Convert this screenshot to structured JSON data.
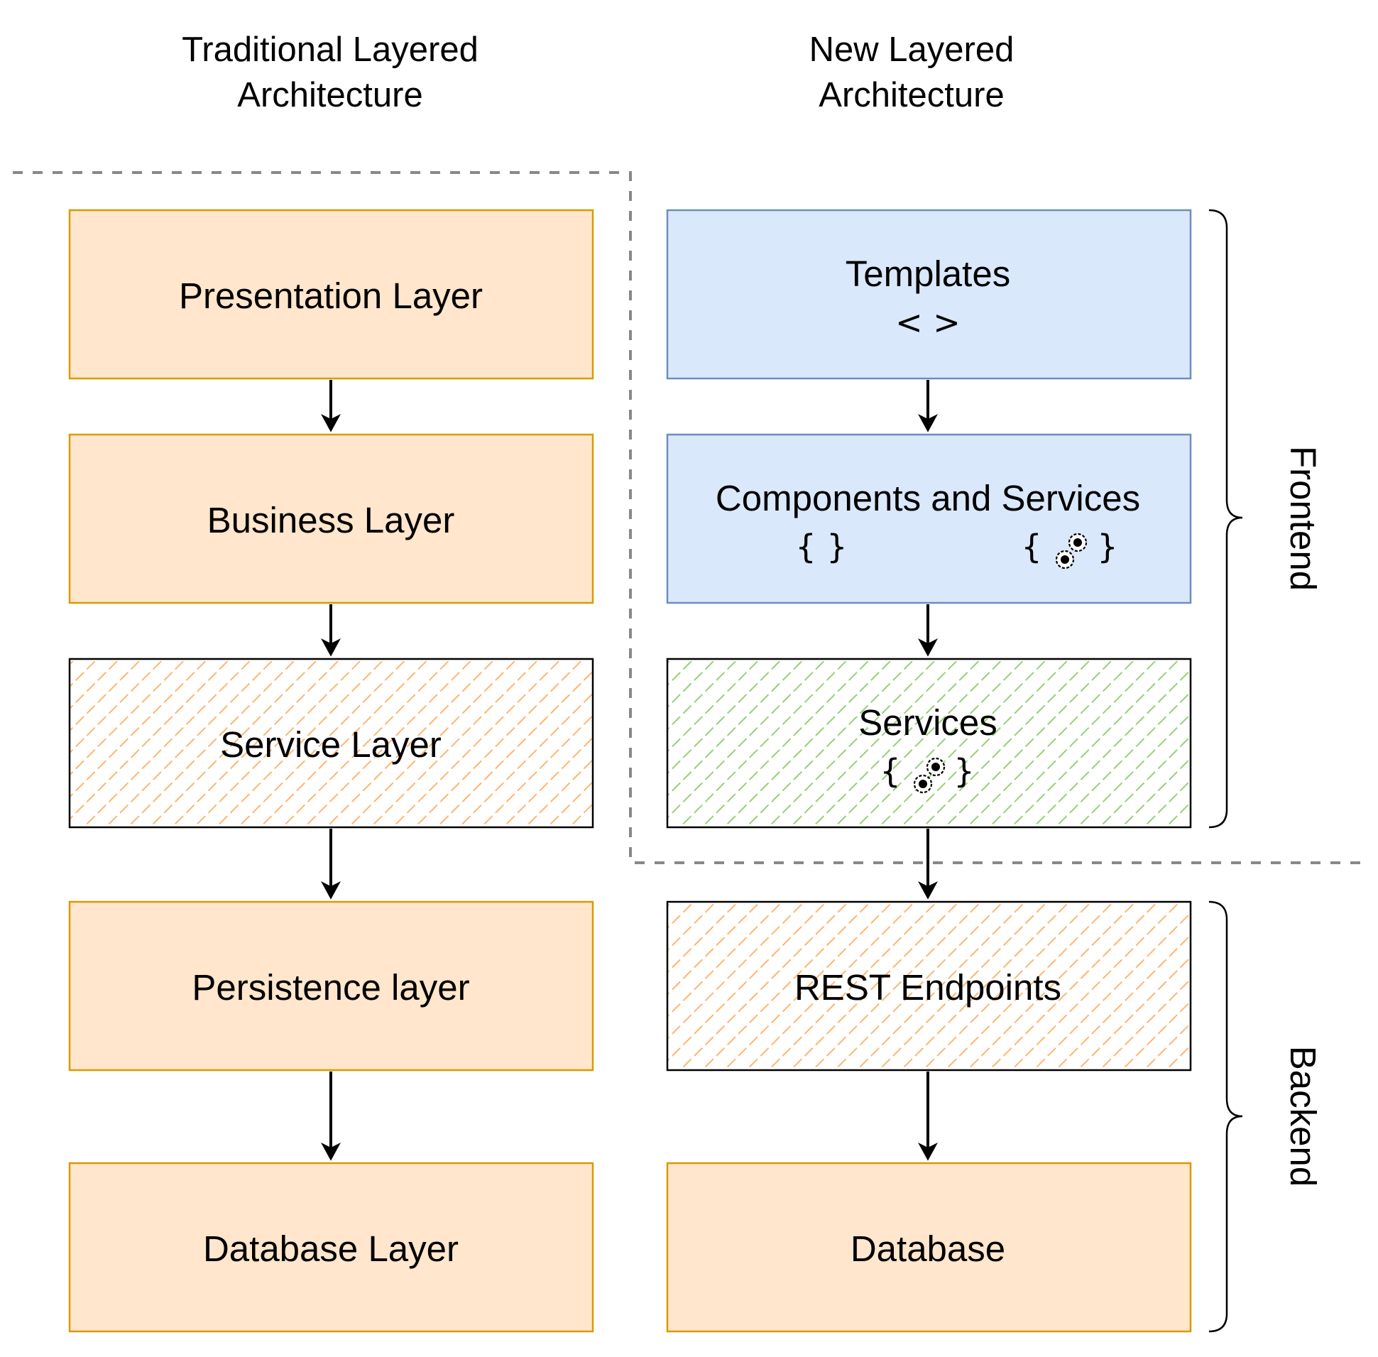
{
  "headings": {
    "left": [
      "Traditional Layered",
      "Architecture"
    ],
    "right": [
      "New Layered",
      "Architecture"
    ]
  },
  "traditional_layers": [
    "Presentation Layer",
    "Business Layer",
    "Service Layer",
    "Persistence layer",
    "Database Layer"
  ],
  "new_layers": {
    "templates": {
      "label": "Templates",
      "symbol": "< >"
    },
    "components": {
      "label": "Components and Services",
      "symbol_left": "{ }",
      "symbol_right_open": "{",
      "symbol_right_close": "}"
    },
    "services": {
      "label": "Services",
      "symbol_open": "{",
      "symbol_close": "}"
    },
    "rest": {
      "label": "REST Endpoints"
    },
    "database": {
      "label": "Database"
    }
  },
  "groups": {
    "frontend": "Frontend",
    "backend": "Backend"
  },
  "colors": {
    "orange_fill": "#ffe6cc",
    "orange_stroke": "#d79b00",
    "blue_fill": "#dae8fc",
    "blue_stroke": "#6c8ebf",
    "hatch_orange": "#ffb570",
    "hatch_green": "#97d077"
  },
  "icons": [
    "gears-icon",
    "arrow-icon",
    "brace-icon"
  ]
}
